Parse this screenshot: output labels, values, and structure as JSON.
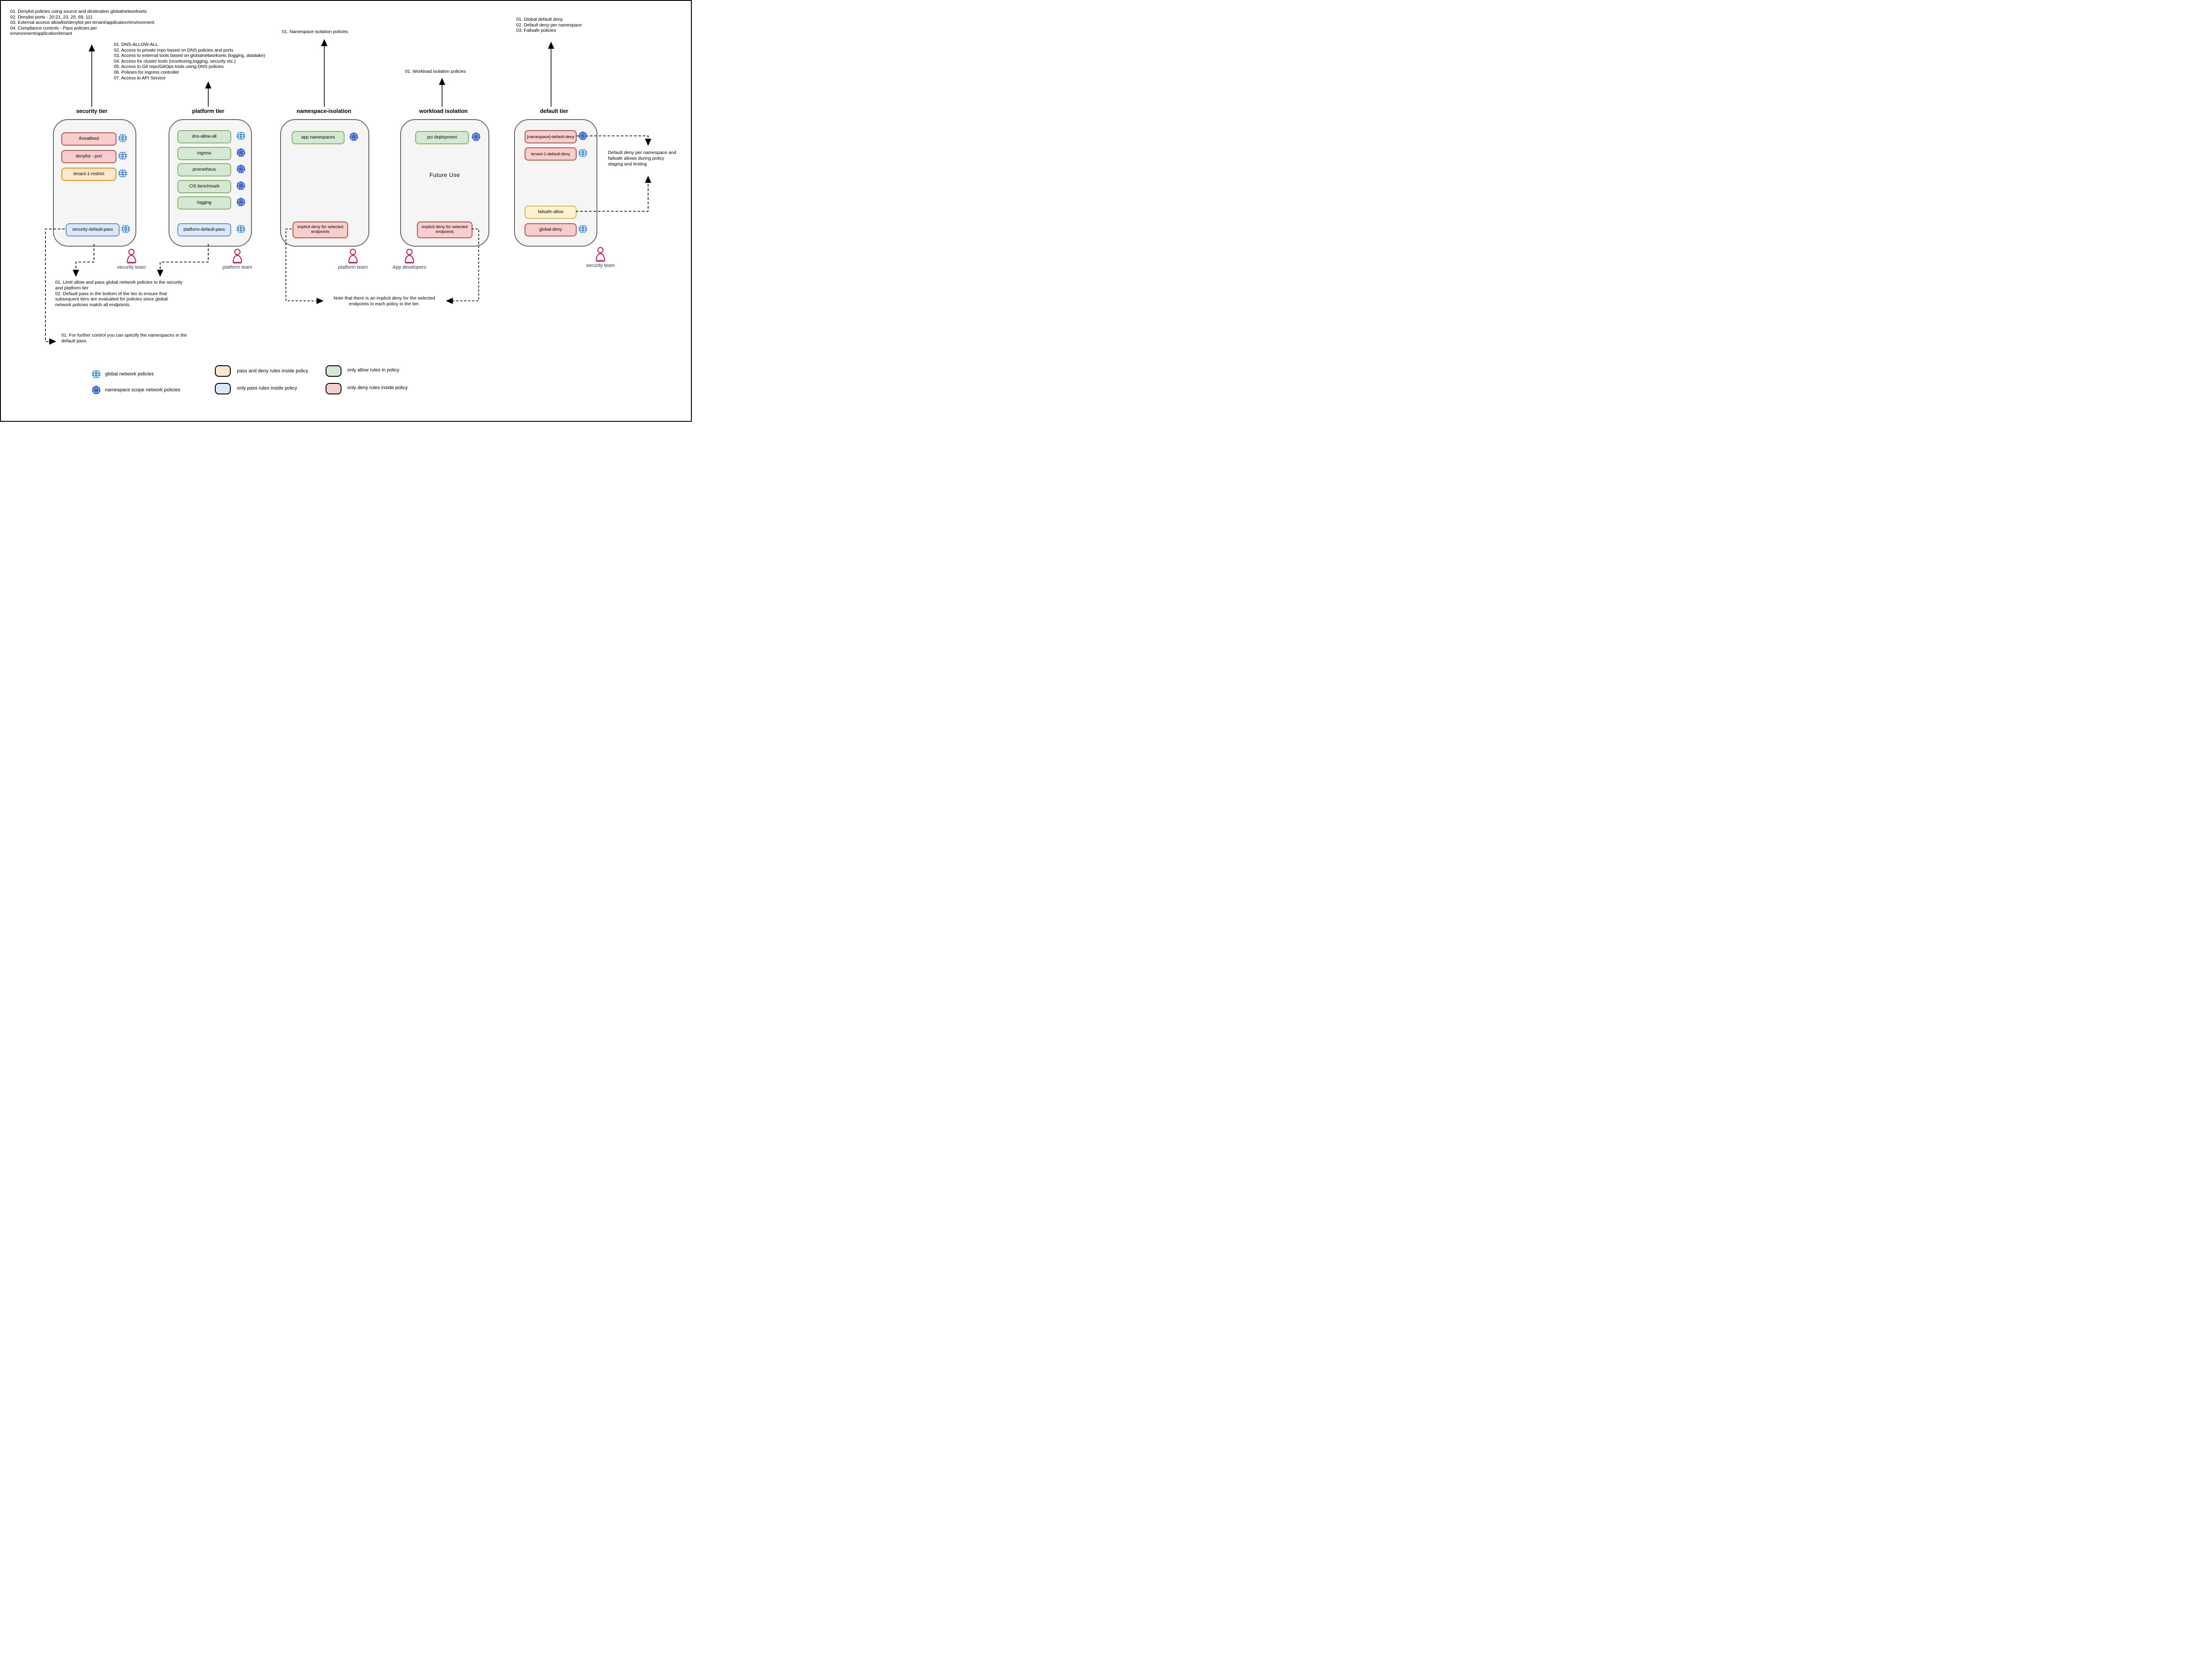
{
  "annotations": {
    "security": "01. Denylist policies using source and destination globalnetworksets\n02. Denylist ports - 20:21, 23, 25, 69, 111\n03. External access allowlist/denylist per tenant/application/environment\n04. Compliance controls - Pass policies per\nenvironment/application/tenant",
    "platform": "01. DNS-ALLOW-ALL\n02. Access to private repo based on DNS policies and ports\n03. Access to external tools based on globalnetworksets (logging, datalake)\n04. Access for cluster tools (monitoring,logging, security etc.)\n05. Access to Git repo/GitOps tools using DNS policies\n06. Policies for ingress controller\n07. Access to API Service",
    "namespace": "01. Namespace isolation policies",
    "workload": "01. Workload isolation policies",
    "default_tier": "01. Global default deny\n02. Default deny per namespace\n03. Failsafe policies"
  },
  "tiers": {
    "security": {
      "title": "security tier",
      "policies": [
        "threatfeed",
        "denylist - port",
        "tenant-1-restrict",
        "security-default-pass"
      ]
    },
    "platform": {
      "title": "platform tier",
      "policies": [
        "dns-allow-all",
        "ingress",
        "prometheus",
        "CIS benchmark",
        "logging",
        "platform-default-pass"
      ]
    },
    "namespace": {
      "title": "namespace-isolation",
      "policies": [
        "app namespaces",
        "implicit deny for selected\nendpoints"
      ]
    },
    "workload": {
      "title": "workload isolation",
      "future": "Future Use",
      "policies": [
        "pci deployment",
        "implicit deny for selected\nendpoints"
      ]
    },
    "default_tier": {
      "title": "default tier",
      "policies": [
        "[namespace]-default-deny",
        "tenant-1-default-deny",
        "failsafe-allow",
        "global-deny"
      ]
    }
  },
  "teams": [
    "security team",
    "platform team",
    "platform team",
    "App developers",
    "security team"
  ],
  "notes": {
    "limit": "01. Limit allow and pass global network policies to the security\nand platform tier\n02. Default pass in the bottom of the tier to ensure that\nsubsequent tiers are evaluated for policies since global\nnetwork policies match all endpoints",
    "further": "01. For further control you can specify the namespaces in the\ndefault pass",
    "implicit": "Note that there is an implicit deny for the selected\nendpoints in each policy in the tier.",
    "default_deny": "Default deny per namespace and\nfailsafe allows during policy\nstaging and testing"
  },
  "legend": {
    "globe": "global network policies",
    "namespace_scope": "namespace scope network policies",
    "orange": "pass and deny rules inside policy",
    "blue": "only pass rules inside policy",
    "green": "only allow rules in policy",
    "red": "only deny rules inside policy"
  },
  "colors": {
    "red_fill": "#f8cecc",
    "red_border": "#b85450",
    "orange_fill": "#ffe6cc",
    "orange_border": "#d79b00",
    "yellow_fill": "#fff2cc",
    "yellow_border": "#d6b656",
    "green_fill": "#d5e8d4",
    "green_border": "#82b366",
    "blue_fill": "#dae8fc",
    "blue_border": "#6c8ebf",
    "globe_icon": "#1e7be5",
    "namespace_icon": "#3668d9",
    "person": "#cf1d6b",
    "tier_border": "#666666",
    "tier_fill": "#f5f5f5"
  }
}
